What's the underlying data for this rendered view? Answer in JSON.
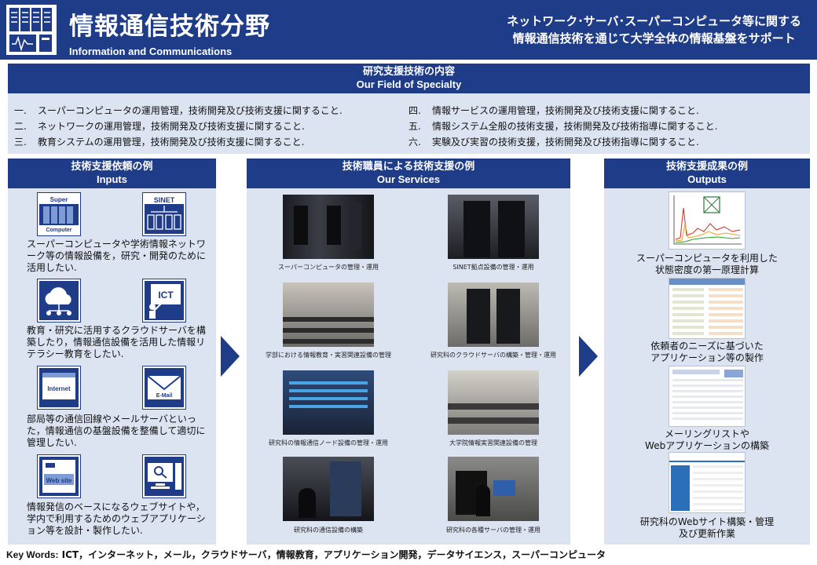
{
  "header": {
    "title": "情報通信技術分野",
    "subtitle": "Information and Communications",
    "tagline_1": "ネットワーク･サーバ･スーパーコンピュータ等に関する",
    "tagline_2": "情報通信技術を通じて大学全体の情報基盤をサポート"
  },
  "specialty": {
    "title_jp": "研究支援技術の内容",
    "title_en": "Our Field of Specialty",
    "items": [
      {
        "num": "一.",
        "text": "スーパーコンピュータの運用管理，技術開発及び技術支援に関すること."
      },
      {
        "num": "二.",
        "text": "ネットワークの運用管理，技術開発及び技術支援に関すること."
      },
      {
        "num": "三.",
        "text": "教育システムの運用管理，技術開発及び技術支援に関すること."
      },
      {
        "num": "四.",
        "text": "情報サービスの運用管理，技術開発及び技術支援に関すること."
      },
      {
        "num": "五.",
        "text": "情報システム全般の技術支援，技術開発及び技術指導に関すること."
      },
      {
        "num": "六.",
        "text": "実験及び実習の技術支援，技術開発及び技術指導に関すること."
      }
    ]
  },
  "inputs": {
    "title_jp": "技術支援依頼の例",
    "title_en": "Inputs",
    "icons": {
      "supercomputer_top": "Super",
      "supercomputer_bottom": "Computer",
      "sinet": "SINET",
      "ict": "ICT",
      "internet": "Internet",
      "email": "E-Mail",
      "website": "Web site"
    },
    "texts": [
      "スーパーコンピュータや学術情報ネットワーク等の情報設備を，研究・開発のために活用したい.",
      "教育・研究に活用するクラウドサーバを構築したり，情報通信設備を活用した情報リテラシー教育をしたい.",
      "部局等の通信回線やメールサーバといった，情報通信の基盤設備を整備して適切に管理したい.",
      "情報発信のベースになるウェブサイトや，学内で利用するためのウェブアプリケーション等を設計・製作したい."
    ]
  },
  "services": {
    "title_jp": "技術職員による技術支援の例",
    "title_en": "Our Services",
    "captions": [
      "スーパーコンピュータの管理・運用",
      "SINET拠点設備の管理・運用",
      "学部における情報教育・実習関連設備の管理",
      "研究科のクラウドサーバの構築・管理・運用",
      "研究科の情報通信ノード設備の管理・運用",
      "大学院情報実習関連設備の管理",
      "研究科の通信設備の構築",
      "研究科の各種サーバの管理・運用"
    ]
  },
  "outputs": {
    "title_jp": "技術支援成果の例",
    "title_en": "Outputs",
    "captions": [
      [
        "スーパーコンピュータを利用した",
        "状態密度の第一原理計算"
      ],
      [
        "依頼者のニーズに基づいた",
        "アプリケーション等の製作"
      ],
      [
        "メーリングリストや",
        "Webアプリケーションの構築"
      ],
      [
        "研究科のWebサイト構築・管理",
        "及び更新作業"
      ]
    ]
  },
  "keywords": {
    "label": "Key Words:",
    "text": "ICT，インターネット，メール，クラウドサーバ，情報教育，アプリケーション開発，データサイエンス，スーパーコンピュータ"
  },
  "colors": {
    "navy": "#1f3c88",
    "panel": "#dce4f2"
  }
}
